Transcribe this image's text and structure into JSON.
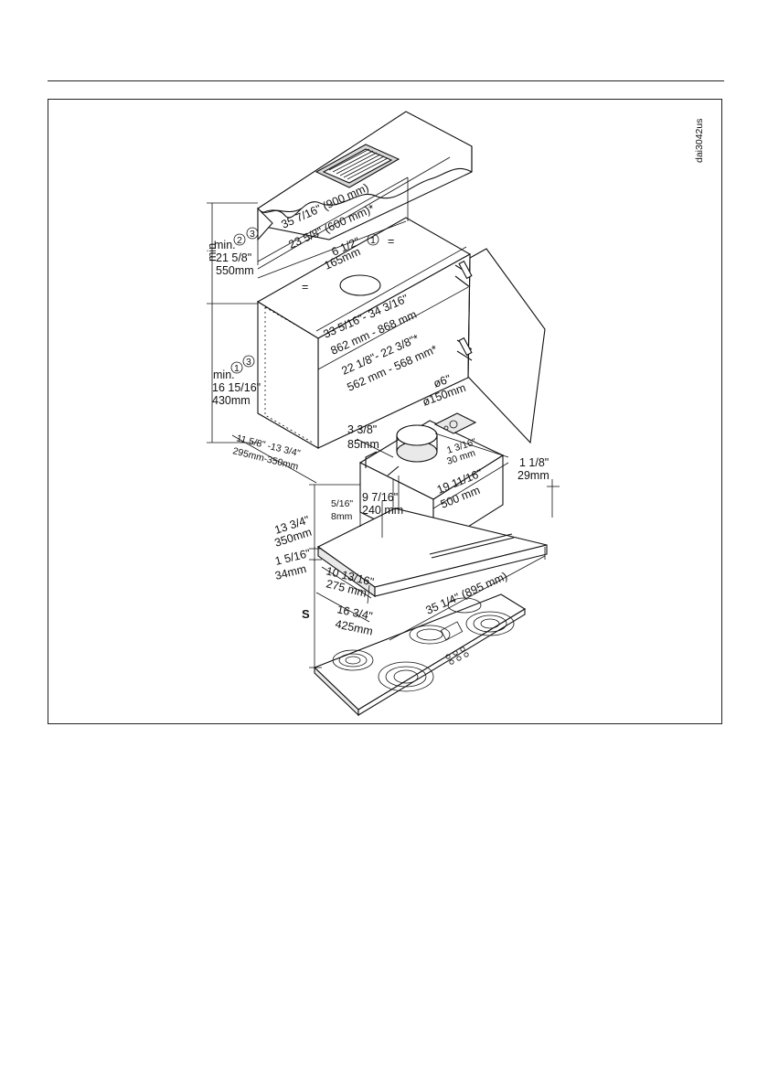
{
  "figure": {
    "code": "dai3042us",
    "circle_1": "1",
    "circle_2": "2",
    "circle_3": "3",
    "note_min_upper": "min.",
    "note_min_upper_imp": "21 5/8\"",
    "note_min_upper_mm": "550mm",
    "note_min_lower": "min.",
    "note_min_lower_imp": "16 15/16\"",
    "note_min_lower_mm": "430mm",
    "dim_width_cabinet": "35 7/16\" (900 mm)",
    "dim_width_cabinet_alt": "23 5/8\" (600 mm)*",
    "dim_cutout_offset_imp": "6 1/2\"",
    "dim_cutout_offset_mm": "165mm",
    "equal_sign_left": "=",
    "equal_sign_right": "=",
    "dim_inner_width_imp": "33 5/16\"- 34 3/16\"",
    "dim_inner_width_mm": "862 mm - 868 mm",
    "dim_inner_width_alt_imp": "22 1/8\"- 22 3/8\"*",
    "dim_inner_width_alt_mm": "562 mm - 568 mm*",
    "dim_depth_imp": "11 5/8\" -13 3/4\"",
    "dim_depth_mm": "295mm-350mm",
    "dim_duct_imp": "ø6\"",
    "dim_duct_mm": "ø150mm",
    "dim_duct_offset_imp": "3 3/8\"",
    "dim_duct_offset_mm": "85mm",
    "dim_small_offset_imp": "1 3/16\"",
    "dim_small_offset_mm": "30 mm",
    "dim_housing_width_imp": "19 11/16\"",
    "dim_housing_width_mm": "500 mm",
    "dim_height_imp": "13 3/4\"",
    "dim_height_mm": "350mm",
    "dim_gap_imp": "5/16\"",
    "dim_gap_mm": "8mm",
    "dim_housing_depth_imp": "9 7/16\"",
    "dim_housing_depth_mm": "240 mm",
    "dim_visor_imp": "1 1/8\"",
    "dim_visor_mm": "29mm",
    "dim_canopy_height_imp": "1 5/16\"",
    "dim_canopy_height_mm": "34mm",
    "dim_canopy_depth_imp": "10 13/16\"",
    "dim_canopy_depth_mm": "275 mm",
    "dim_total_depth_imp": "16 3/4\"",
    "dim_total_depth_mm": "425mm",
    "dim_total_width": "35 1/4\" (895 mm)",
    "dim_safety": "S"
  }
}
